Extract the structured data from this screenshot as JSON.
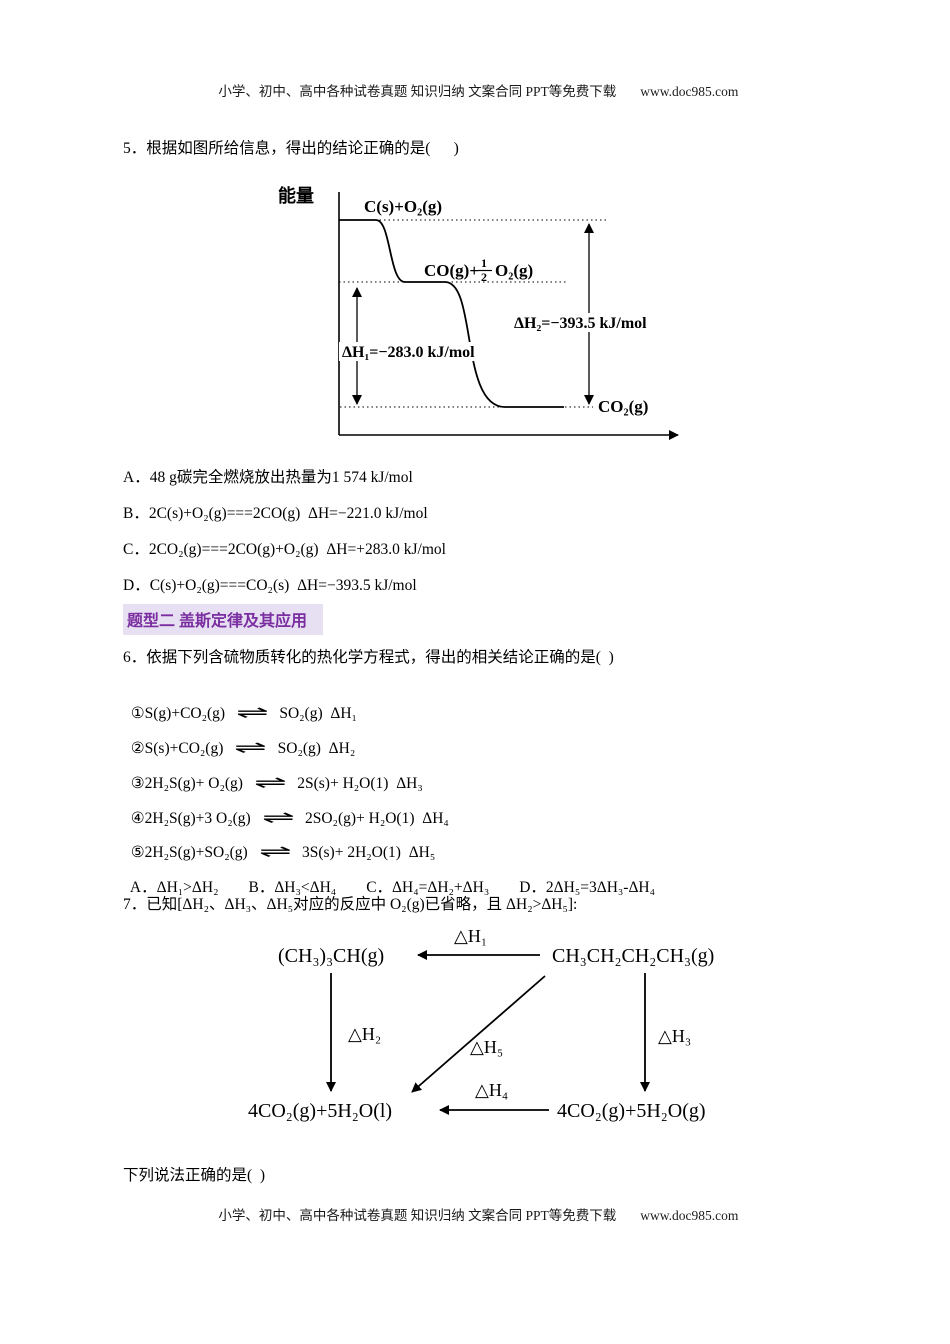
{
  "header": {
    "text": "小学、初中、高中各种试卷真题 知识归纳 文案合同 PPT等免费下载",
    "url": "www.doc985.com"
  },
  "footer": {
    "text": "小学、初中、高中各种试卷真题 知识归纳 文案合同 PPT等免费下载",
    "url": "www.doc985.com"
  },
  "icons": {
    "reversible_arrow": "⇌"
  },
  "q5": {
    "stem": "5．根据如图所给信息，得出的结论正确的是(      )",
    "diagram": {
      "y_axis_label": "能量",
      "level_top": "C(s)+O₂(g)",
      "level_mid_pre": "CO(g)+",
      "level_mid_frac_num": "1",
      "level_mid_frac_den": "2",
      "level_mid_post": "O₂(g)",
      "level_bottom": "CO₂(g)",
      "delta_h1": "ΔH₁=−283.0 kJ/mol",
      "delta_h2": "ΔH₂=−393.5 kJ/mol"
    },
    "options": [
      "A．48 g碳完全燃烧放出热量为1 574 kJ/mol",
      "B．2C(s)+O₂(g)===2CO(g)  ΔH=−221.0 kJ/mol",
      "C．2CO₂(g)===2CO(g)+O₂(g)  ΔH=+283.0 kJ/mol",
      "D．C(s)+O₂(g)===CO₂(s)  ΔH=−393.5 kJ/mol"
    ]
  },
  "section2": {
    "title": "题型二 盖斯定律及其应用"
  },
  "q6": {
    "stem": "6．依据下列含硫物质转化的热化学方程式，得出的相关结论正确的是(  )",
    "equations": [
      {
        "lhs": "①S(g)+CO₂(g)",
        "rhs": "SO₂(g)  ΔH₁"
      },
      {
        "lhs": "②S(s)+CO₂(g)",
        "rhs": "SO₂(g)  ΔH₂"
      },
      {
        "lhs": "③2H₂S(g)+ O₂(g)",
        "rhs": "2S(s)+ H₂O(1)  ΔH₃"
      },
      {
        "lhs": "④2H₂S(g)+3 O₂(g)",
        "rhs": "2SO₂(g)+ H₂O(1)  ΔH₄"
      },
      {
        "lhs": "⑤2H₂S(g)+SO₂(g)",
        "rhs": "3S(s)+ 2H₂O(1)  ΔH₅"
      }
    ],
    "options": [
      "A．ΔH₁>ΔH₂",
      "B．ΔH₃<ΔH₄",
      "C．ΔH₄=ΔH₂+ΔH₃",
      "D．2ΔH₅=3ΔH₃-ΔH₄"
    ]
  },
  "q7": {
    "stem": "7．已知[ΔH₂、ΔH₃、ΔH₅对应的反应中 O₂(g)已省略，且 ΔH₂>ΔH₅]:",
    "diagram": {
      "top_left": "(CH₃)₃CH(g)",
      "top_right": "CH₃CH₂CH₂CH₃(g)",
      "bottom_left": "4CO₂(g)+5H₂O(l)",
      "bottom_right": "4CO₂(g)+5H₂O(g)",
      "dh1": "△H₁",
      "dh2": "△H₂",
      "dh3": "△H₃",
      "dh4": "△H₄",
      "dh5": "△H₅"
    },
    "tail": "下列说法正确的是(  )"
  }
}
